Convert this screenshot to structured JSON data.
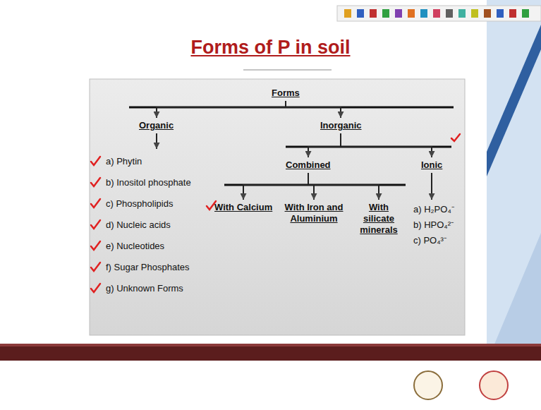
{
  "diagram": {
    "title": "Forms of P in soil",
    "nodes": [
      {
        "text": [
          "Forms"
        ]
      },
      {
        "text": [
          "Organic"
        ]
      },
      {
        "text": [
          "a) Phytin",
          "b) Inositol phosphate",
          "c) Phospholipids",
          "d) Nucleic acids",
          "e) Nucleotides",
          "f) Sugar Phosphates",
          "g) Unknown Forms"
        ]
      },
      {
        "text": [
          "Inorganic"
        ]
      },
      {
        "text": [
          "Combined"
        ]
      },
      {
        "text": [
          "Ionic"
        ]
      },
      {
        "text": [
          "With Calcium"
        ]
      },
      {
        "text": [
          "With Iron and Aluminium"
        ]
      },
      {
        "text": [
          "With silicate minerals"
        ]
      },
      {
        "text": [
          "a) H₂PO₄⁻",
          "b) HPO₄²⁻",
          "c) PO₄³⁻"
        ]
      }
    ],
    "edges": [
      {
        "from": 0,
        "to": 1,
        "arrow": "to"
      },
      {
        "from": 0,
        "to": 3,
        "arrow": "to"
      },
      {
        "from": 1,
        "to": 2,
        "arrow": "to"
      },
      {
        "from": 3,
        "to": 4,
        "arrow": "to"
      },
      {
        "from": 3,
        "to": 5,
        "arrow": "to"
      },
      {
        "from": 4,
        "to": 6,
        "arrow": "to"
      },
      {
        "from": 4,
        "to": 7,
        "arrow": "to"
      },
      {
        "from": 4,
        "to": 8,
        "arrow": "to"
      },
      {
        "from": 5,
        "to": 9,
        "arrow": "to"
      }
    ]
  }
}
